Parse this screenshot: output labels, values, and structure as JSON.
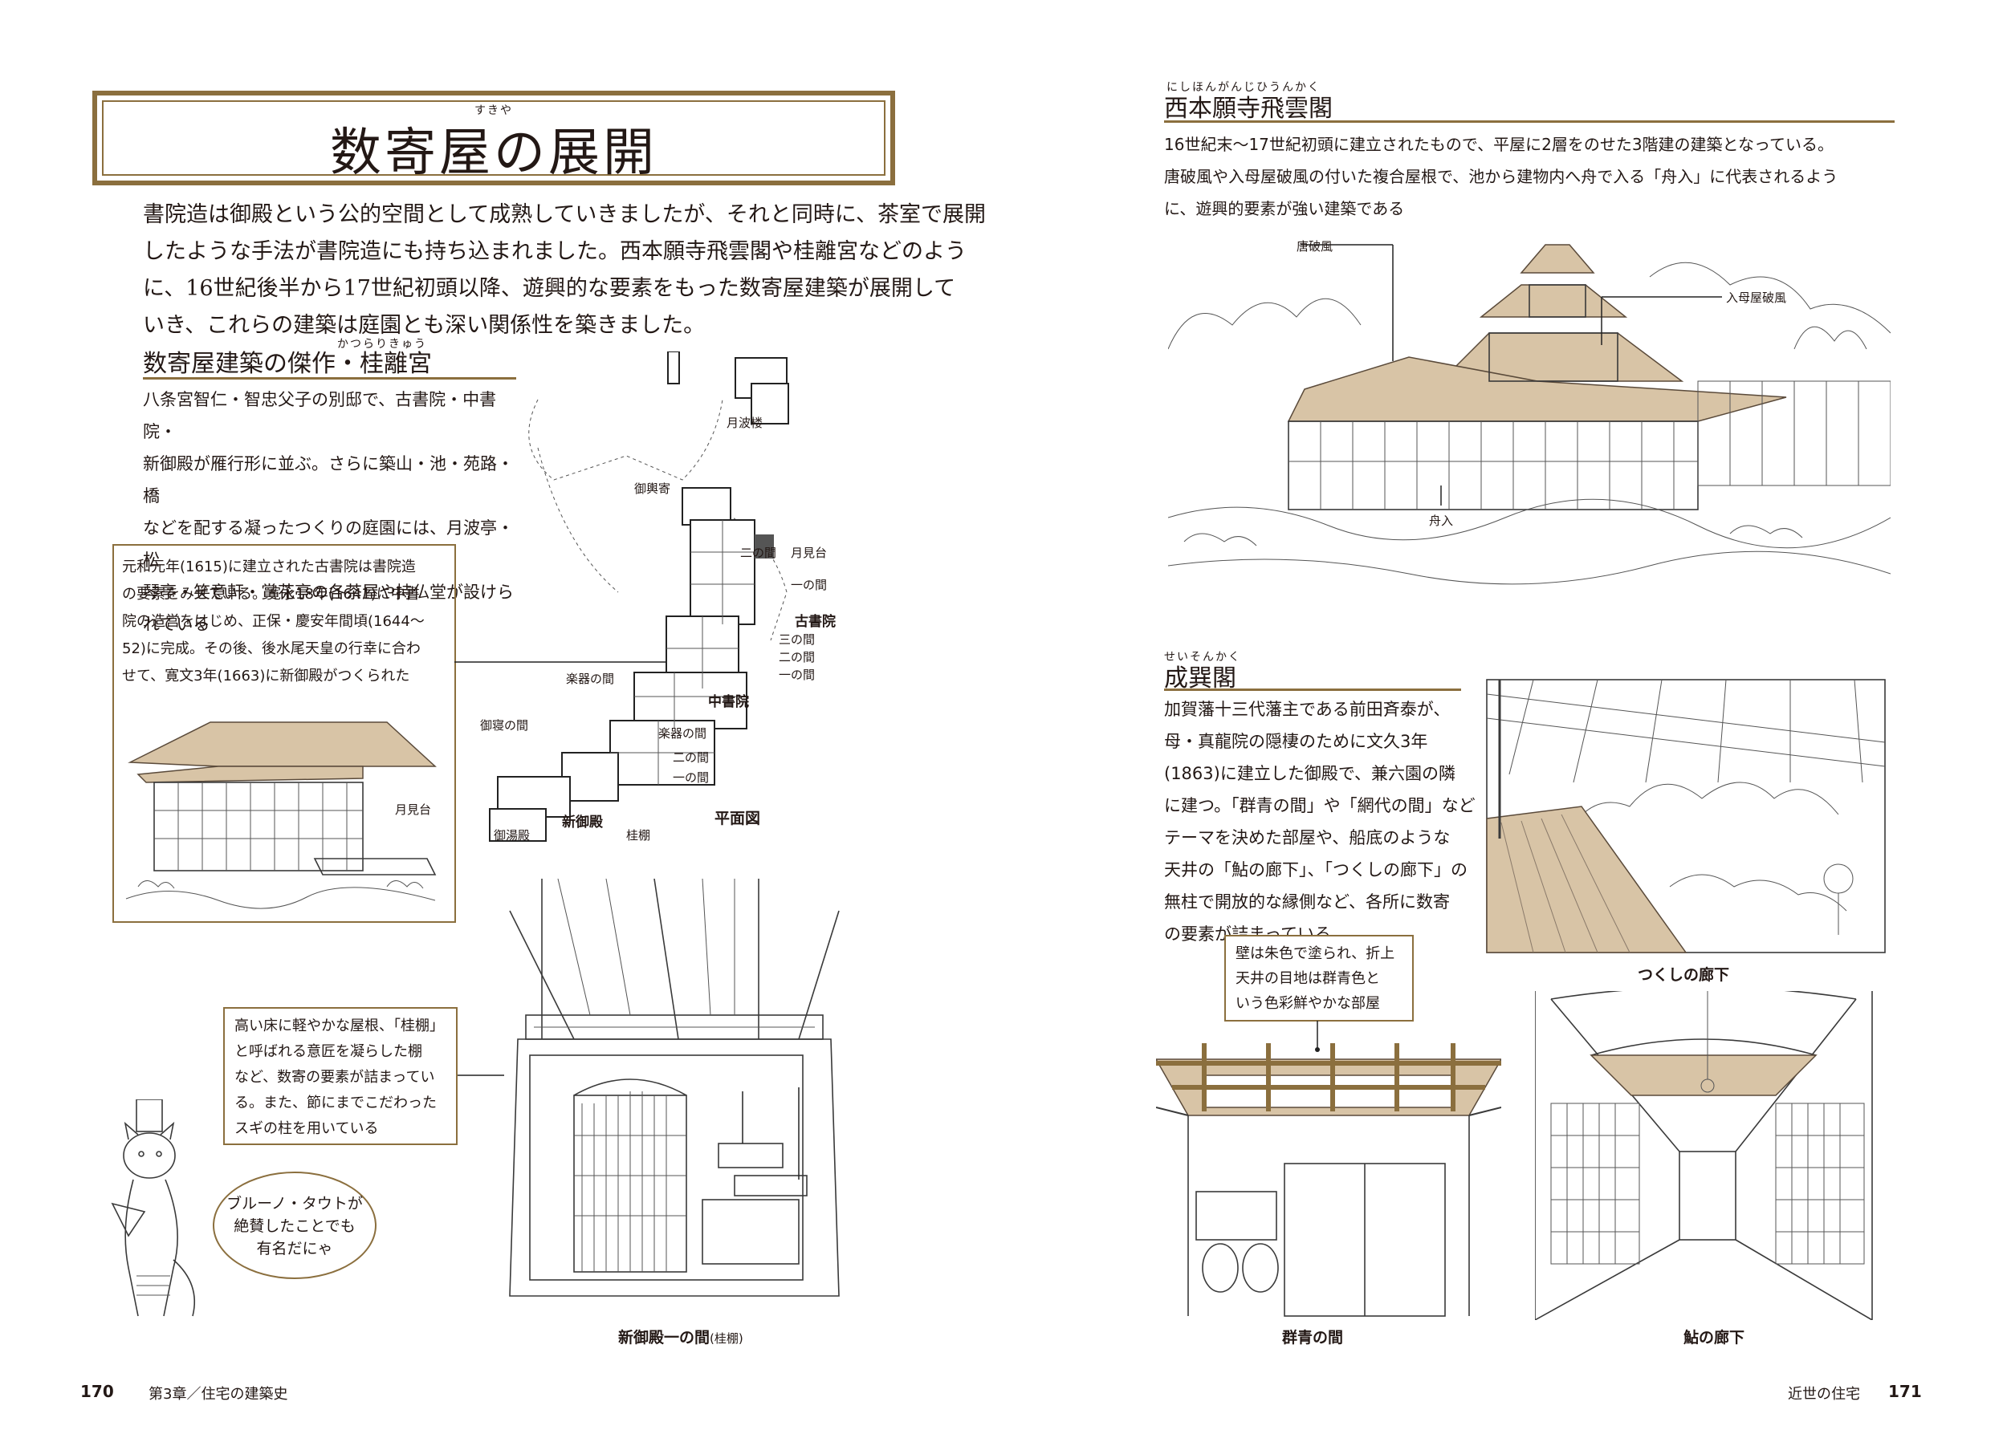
{
  "left": {
    "title": "数寄屋の展開",
    "title_ruby": "すきや",
    "intro_lines": [
      "書院造は御殿という公的空間として成熟していきましたが、それと同時に、茶室で展開",
      "したような手法が書院造にも持ち込まれました。西本願寺飛雲閣や桂離宮などのよう",
      "に、16世紀後半から17世紀初頭以降、遊興的な要素をもった数寄屋建築が展開して",
      "いき、これらの建築は庭園とも深い関係性を築きました。"
    ],
    "katsura": {
      "heading": "数寄屋建築の傑作・桂離宮",
      "heading_ruby": "かつらりきゅう",
      "body_lines": [
        "八条宮智仁・智忠父子の別邸で、古書院・中書院・",
        "新御殿が雁行形に並ぶ。さらに築山・池・苑路・橋",
        "などを配する凝ったつくりの庭園には、月波亭・松",
        "琴亭・笑意軒・賞花亭の各茶屋や持仏堂が設けら",
        "れている"
      ],
      "note_lines": [
        "元和元年(1615)に建立された古書院は書院造",
        "の要素をみせている。寛永18年(1641)に中書",
        "院の造営をはじめ、正保・慶安年間頃(1644〜",
        "52)に完成。その後、後水尾天皇の行幸に合わ",
        "せて、寛文3年(1663)に新御殿がつくられた"
      ],
      "tsukimidai_label": "月見台"
    },
    "plan_labels": {
      "getsuharo": "月波楼",
      "miyukiyose": "御輿寄",
      "ninoma1": "二の間",
      "tsukimidai": "月見台",
      "ichinoma1": "一の間",
      "koshoin": "古書院",
      "sannoma": "三の間",
      "ninoma2": "二の間",
      "ichinoma2": "一の間",
      "gakkinoma1": "楽器の間",
      "chushoin": "中書院",
      "goshinnoma": "御寝の間",
      "gakkinoma2": "楽器の間",
      "ninoma3": "二の間",
      "ichinoma3": "一の間",
      "shingoten": "新御殿",
      "oyudono": "御湯殿",
      "katsuradana": "桂棚",
      "plan_title": "平面図"
    },
    "shingoten_note_lines": [
      "高い床に軽やかな屋根、「桂棚」",
      "と呼ばれる意匠を凝らした棚",
      "など、数寄の要素が詰まってい",
      "る。また、節にまでこだわった",
      "スギの柱を用いている"
    ],
    "bubble_lines": [
      "ブルーノ・タウトが",
      "絶賛したことでも",
      "有名だにゃ"
    ],
    "shingoten_caption": "新御殿一の間",
    "shingoten_caption_sub": "(桂棚)",
    "footer": {
      "page": "170",
      "chapter": "第3章／住宅の建築史"
    }
  },
  "right": {
    "hiunkaku": {
      "heading": "西本願寺飛雲閣",
      "heading_ruby": "にしほんがんじひうんかく",
      "body_lines": [
        "16世紀末〜17世紀初頭に建立されたもので、平屋に2層をのせた3階建の建築となっている。",
        "唐破風や入母屋破風の付いた複合屋根で、池から建物内へ舟で入る「舟入」に代表されるよう",
        "に、遊興的要素が強い建築である"
      ],
      "labels": {
        "karahafu": "唐破風",
        "irimoya": "入母屋破風",
        "funairi": "舟入"
      }
    },
    "seisonkaku": {
      "heading": "成巽閣",
      "heading_ruby": "せいそんかく",
      "body_lines": [
        "加賀藩十三代藩主である前田斉泰が、",
        "母・真龍院の隠棲のために文久3年",
        "(1863)に建立した御殿で、兼六園の隣",
        "に建つ。「群青の間」や「網代の間」など",
        "テーマを決めた部屋や、船底のような",
        "天井の「鮎の廊下」、「つくしの廊下」の",
        "無柱で開放的な縁側など、各所に数寄",
        "の要素が詰まっている"
      ],
      "tsukushi_caption": "つくしの廊下",
      "note_lines": [
        "壁は朱色で塗られ、折上",
        "天井の目地は群青色と",
        "いう色彩鮮やかな部屋"
      ],
      "gunjo_caption": "群青の間",
      "ayu_caption": "鮎の廊下"
    },
    "footer": {
      "section": "近世の住宅",
      "page": "171"
    }
  },
  "colors": {
    "accent": "#8b6f3e",
    "tan": "#d8c4a6",
    "text": "#231815"
  }
}
